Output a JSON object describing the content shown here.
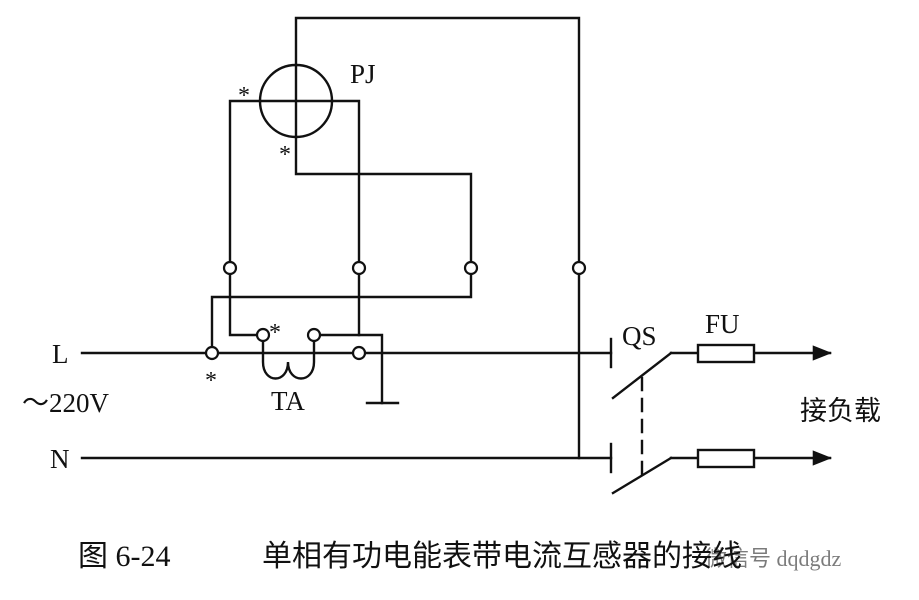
{
  "labels": {
    "meter": "PJ",
    "line": "L",
    "voltage": "～220V",
    "neutral": "N",
    "ct": "TA",
    "switch": "QS",
    "fuse": "FU",
    "load": "接负载",
    "polarity_mark": "*"
  },
  "caption": {
    "figure_no": "图 6-24",
    "title": "单相有功电能表带电流互感器的接线"
  },
  "watermark": "微信号 dqdgdz"
}
